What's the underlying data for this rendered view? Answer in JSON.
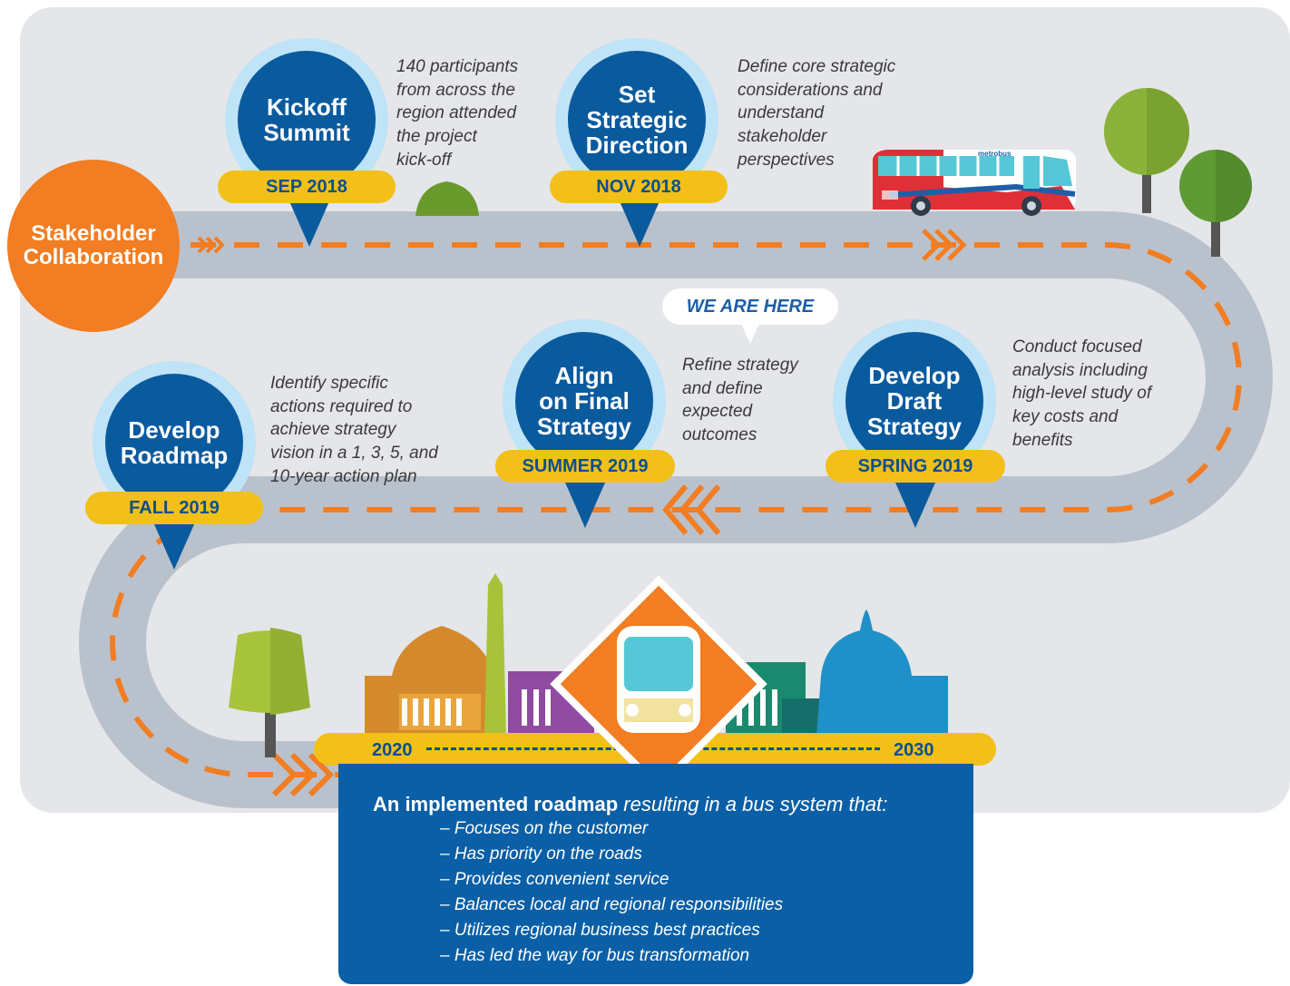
{
  "stakeholder_label": "Stakeholder\nCollaboration",
  "we_are_here": "WE ARE HERE",
  "bus_brand": "metrobus",
  "milestones": [
    {
      "title": "Kickoff\nSummit",
      "date": "SEP 2018",
      "description": "140 participants\nfrom across the\nregion attended\nthe project\nkick-off"
    },
    {
      "title": "Set\nStrategic\nDirection",
      "date": "NOV 2018",
      "description": "Define core strategic\nconsiderations and\nunderstand\nstakeholder\nperspectives"
    },
    {
      "title": "Develop\nDraft\nStrategy",
      "date": "SPRING 2019",
      "description": "Conduct focused\nanalysis including\nhigh-level study of\nkey costs and\nbenefits"
    },
    {
      "title": "Align\non Final\nStrategy",
      "date": "SUMMER 2019",
      "description": "Refine strategy\nand define\nexpected\noutcomes"
    },
    {
      "title": "Develop\nRoadmap",
      "date": "FALL 2019",
      "description": "Identify specific\nactions required to\nachieve strategy\nvision in a 1, 3, 5, and\n10-year action plan"
    }
  ],
  "timeline": {
    "start": "2020",
    "end": "2030"
  },
  "outcome": {
    "heading": "An implemented roadmap",
    "heading_suffix": "resulting in a bus system that:",
    "items": [
      "– Focuses on the customer",
      "– Has priority on the roads",
      "– Provides convenient service",
      "– Balances local and regional responsibilities",
      "– Utilizes regional business best practices",
      "– Has led the way for bus transformation"
    ]
  },
  "colors": {
    "background_panel": "#e4e6e9",
    "road": "#b9c2cc",
    "dash": "#f27d22",
    "pin_dark": "#0a5a9e",
    "pin_light": "#bfe3f7",
    "label_yellow": "#f2c019",
    "stakeholder_orange": "#f27d22",
    "outcome_blue": "#0a5fa6"
  }
}
